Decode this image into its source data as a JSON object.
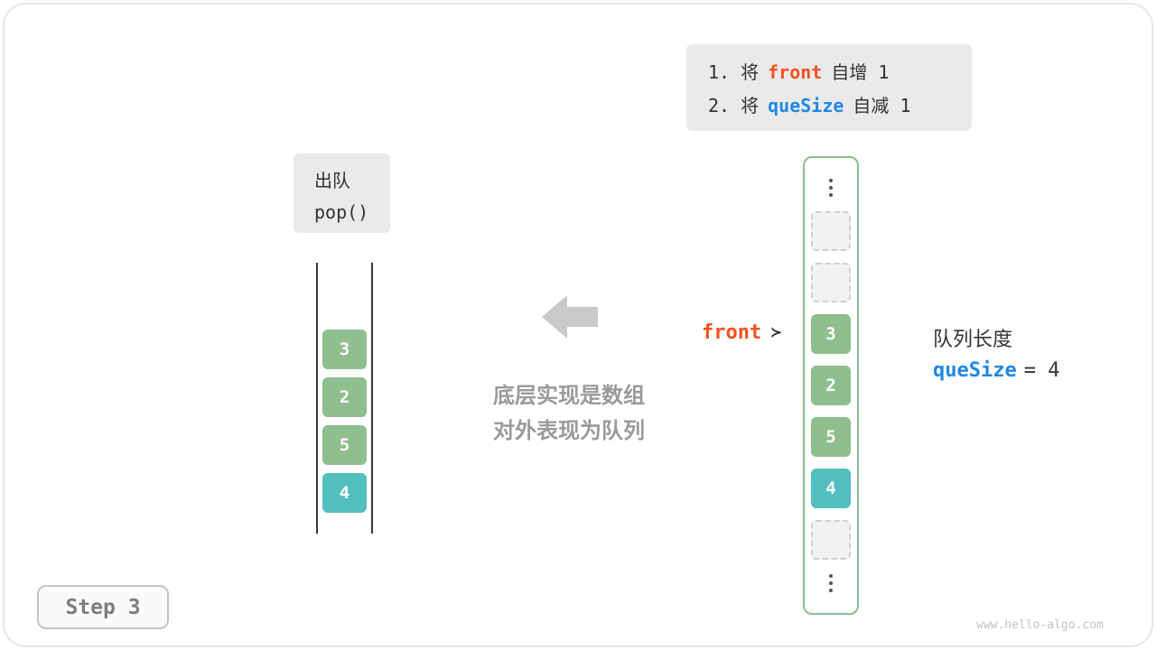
{
  "frame": {
    "watermark": "www.hello-algo.com"
  },
  "step_badge": {
    "label": "Step 3"
  },
  "instruction_box": {
    "lines": [
      {
        "prefix": "1. 将",
        "keyword": "front",
        "suffix": "自增 1"
      },
      {
        "prefix": "2. 将",
        "keyword": "queSize",
        "suffix": "自减 1"
      }
    ]
  },
  "operation_box": {
    "title": "出队",
    "code": "pop()"
  },
  "queue_view": {
    "values": [
      "3",
      "2",
      "5",
      "4"
    ]
  },
  "center_note": {
    "line1": "底层实现是数组",
    "line2": "对外表现为队列"
  },
  "front_pointer": {
    "label": "front",
    "arrow": "≻"
  },
  "array_view": {
    "cells": [
      {
        "type": "ellipsis"
      },
      {
        "type": "empty"
      },
      {
        "type": "empty"
      },
      {
        "type": "value",
        "value": "3",
        "variant": "green"
      },
      {
        "type": "value",
        "value": "2",
        "variant": "green"
      },
      {
        "type": "value",
        "value": "5",
        "variant": "green"
      },
      {
        "type": "value",
        "value": "4",
        "variant": "teal"
      },
      {
        "type": "empty"
      },
      {
        "type": "ellipsis"
      }
    ]
  },
  "length_note": {
    "title": "队列长度",
    "keyword": "queSize",
    "value_text": "= 4"
  },
  "colors": {
    "green": "#8FBE8F",
    "teal": "#52BFBF",
    "orange": "#F4511E",
    "blue": "#1E88E5",
    "box_gray": "#EAEAEA",
    "arrow_gray": "#C9C9C9",
    "note_gray": "#9A9A9A"
  }
}
